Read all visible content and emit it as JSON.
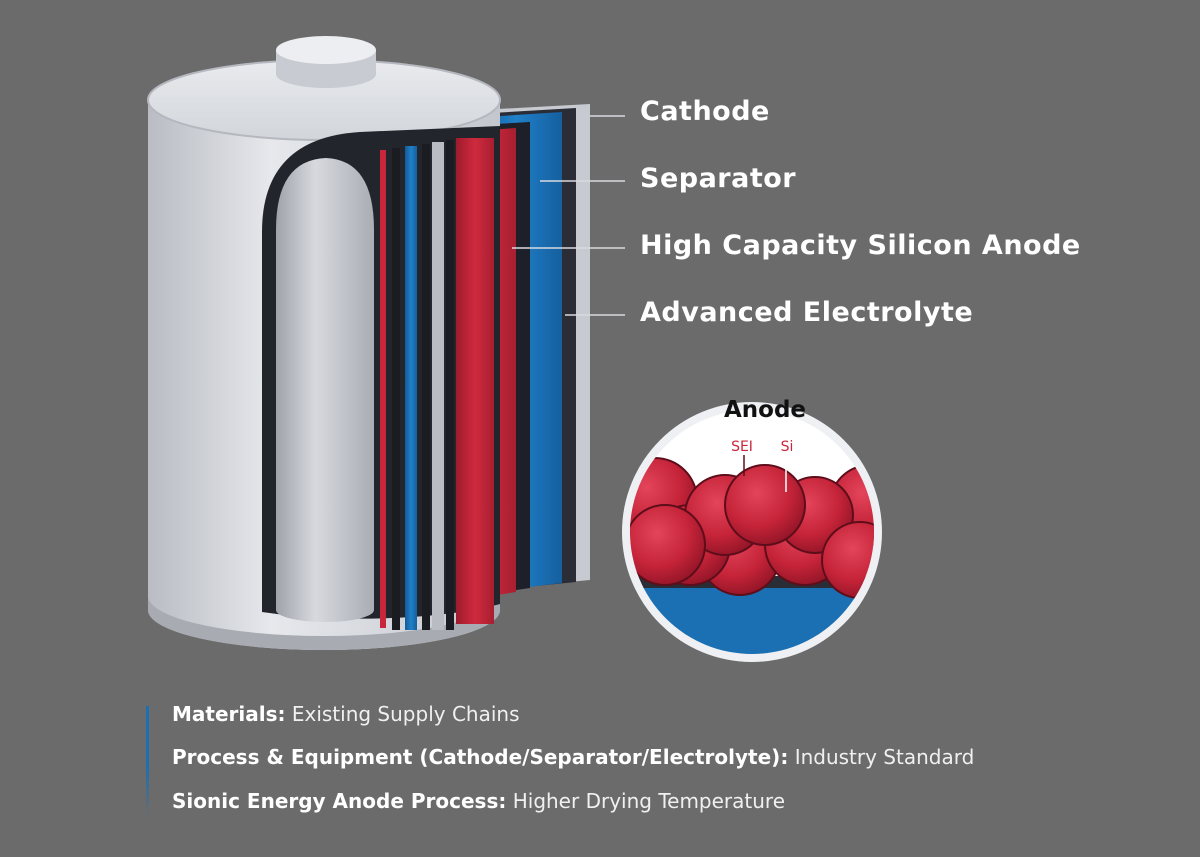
{
  "labels": {
    "cathode": "Cathode",
    "separator": "Separator",
    "anode": "High Capacity Silicon Anode",
    "electrolyte": "Advanced Electrolyte"
  },
  "inset": {
    "title": "Anode",
    "sei_label": "SEI",
    "si_label": "Si"
  },
  "notes": [
    {
      "key": "Materials:",
      "value": "Existing Supply Chains"
    },
    {
      "key": "Process & Equipment (Cathode/Separator/Electrolyte):",
      "value": "Industry Standard"
    },
    {
      "key": "Sionic Energy Anode Process:",
      "value": "Higher Drying Temperature"
    }
  ],
  "colors": {
    "background": "#6b6b6b",
    "red": "#c8263a",
    "blue": "#1b6fb3",
    "can": "#d4d7dd",
    "dark": "#2a2d35"
  }
}
